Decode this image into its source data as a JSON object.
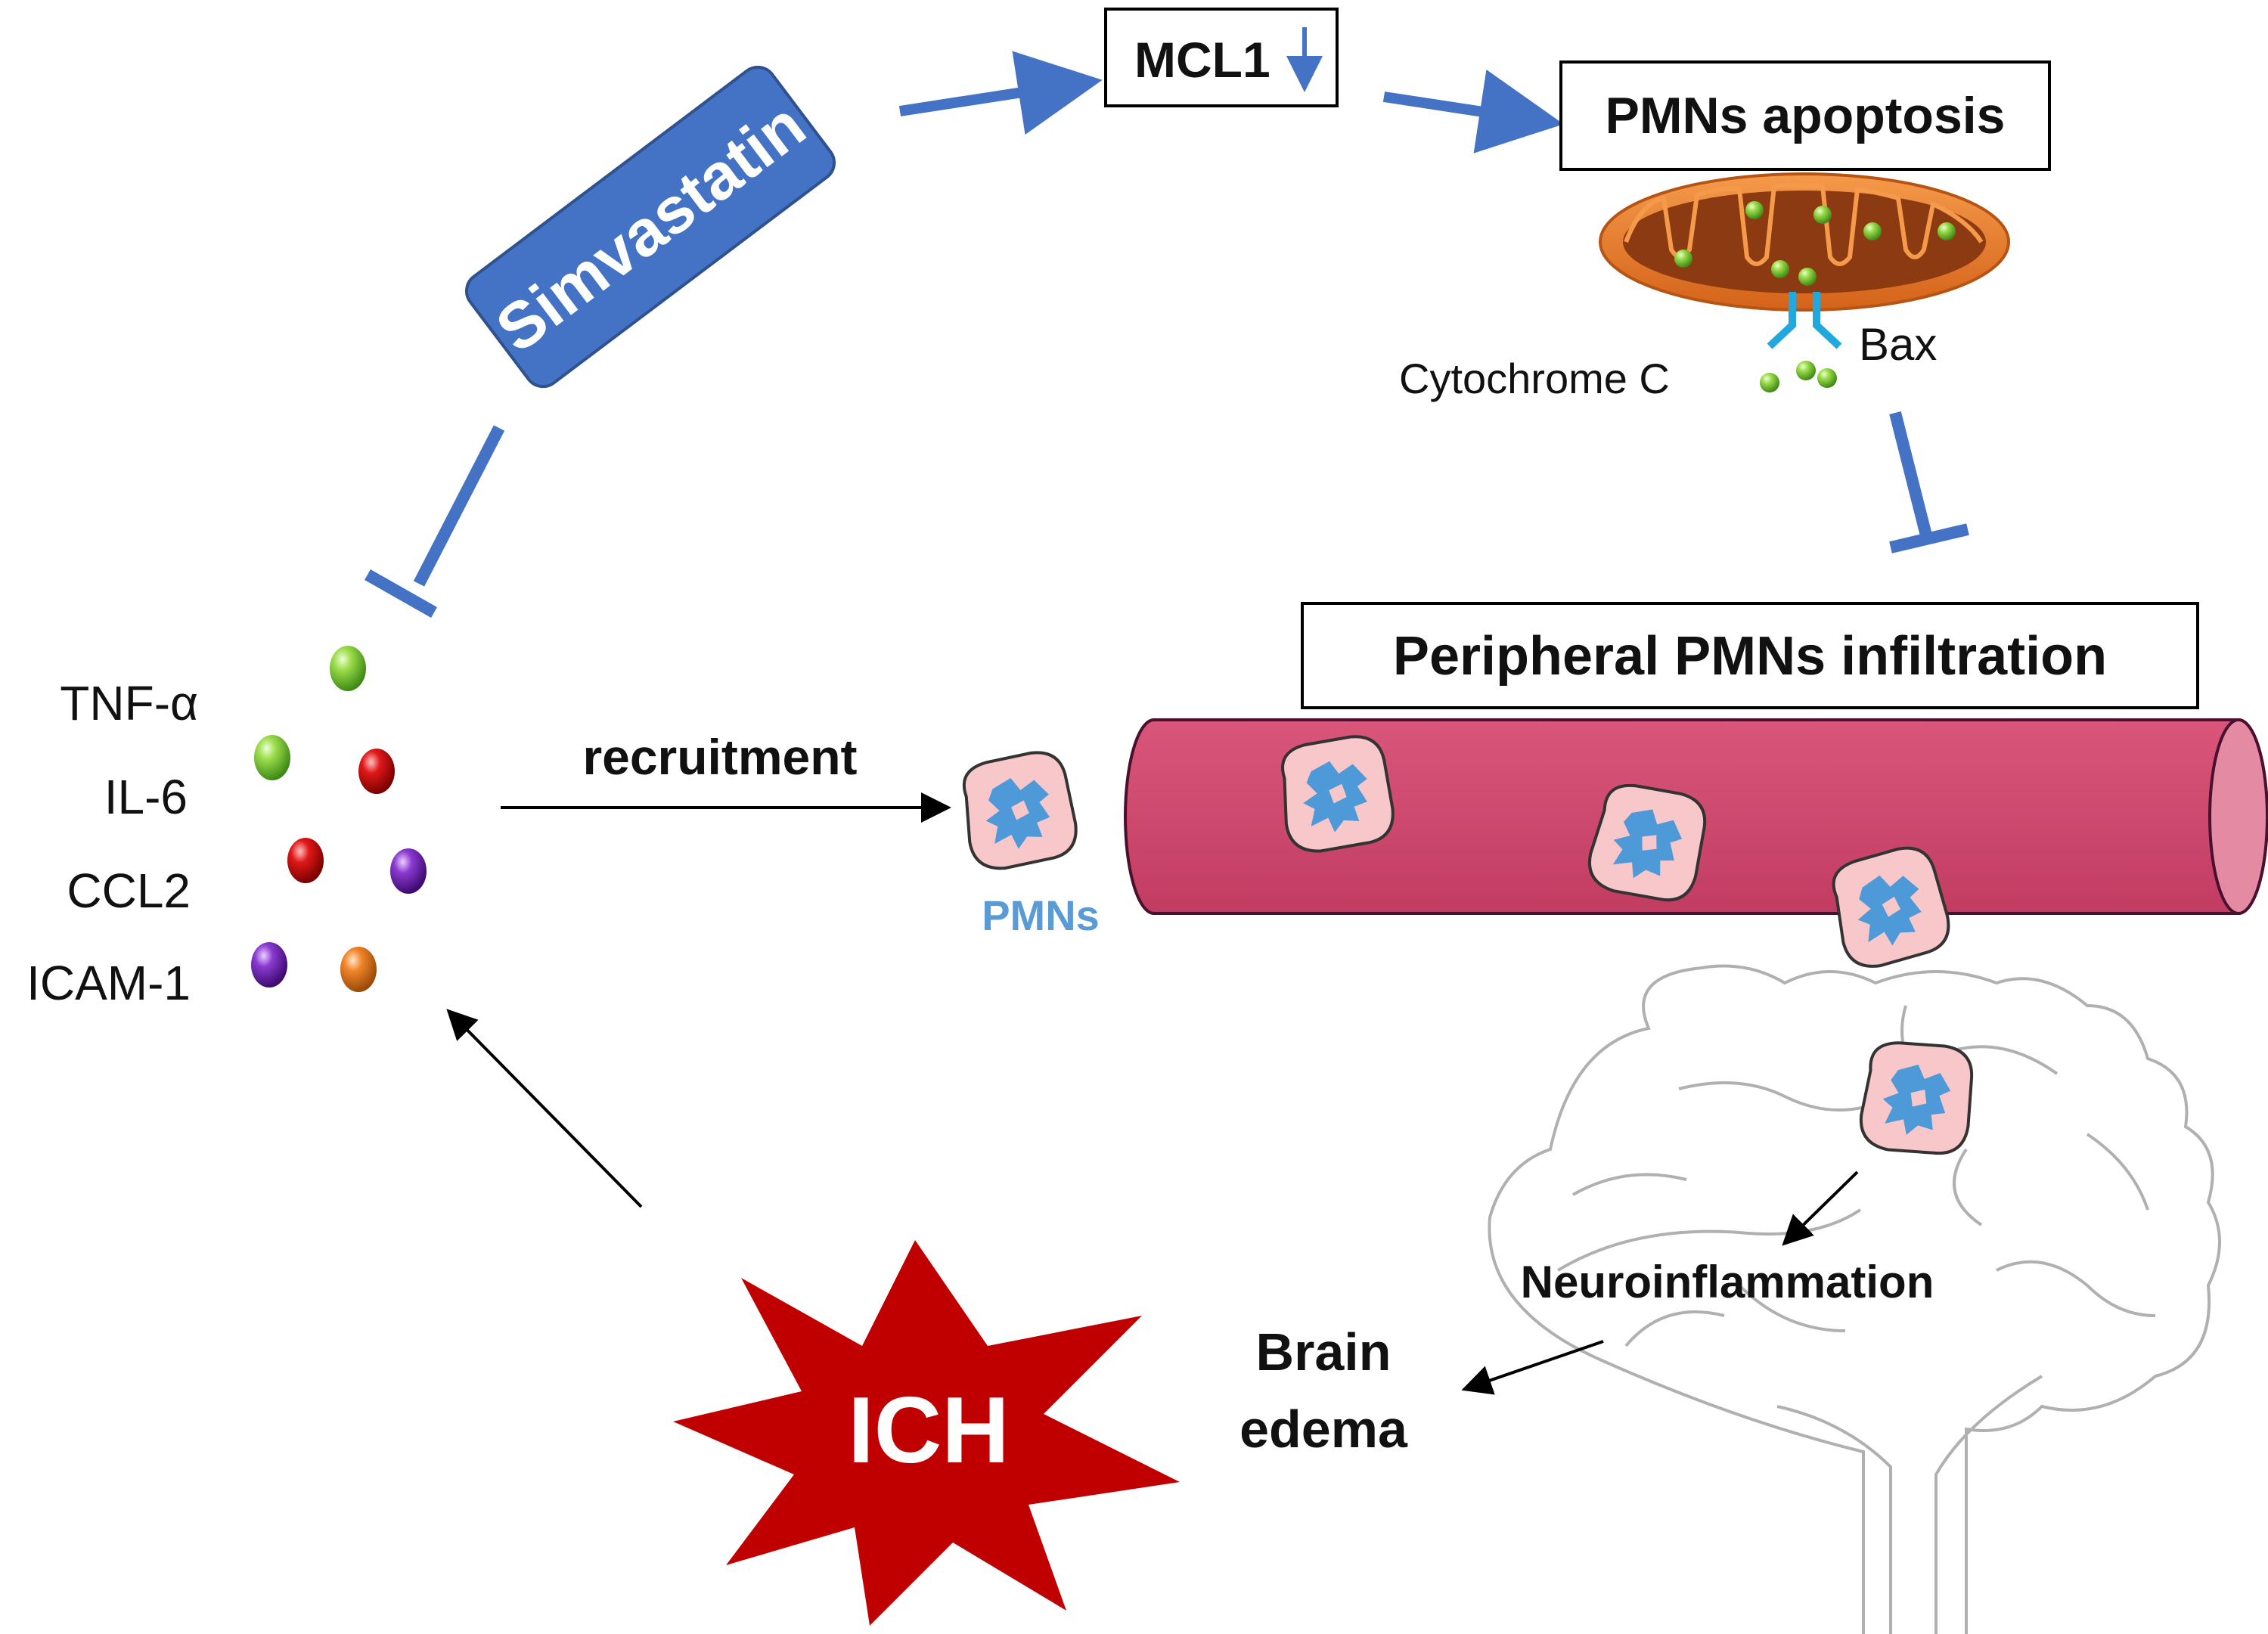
{
  "labels": {
    "simvastatin": "Simvastatin",
    "mcl1": "MCL1",
    "pmns_apoptosis": "PMNs apoptosis",
    "cytochrome_c": "Cytochrome C",
    "bax": "Bax",
    "peripheral_infiltration": "Peripheral PMNs infiltration",
    "recruitment": "recruitment",
    "pmns": "PMNs",
    "neuroinflammation": "Neuroinflammation",
    "brain_edema_line1": "Brain",
    "brain_edema_line2": "edema",
    "ich": "ICH"
  },
  "cytokines": [
    "TNF-α",
    "IL-6",
    "CCL2",
    "ICAM-1"
  ],
  "colors": {
    "blue_accent": "#4472c4",
    "vessel": "#d24a6e",
    "mitochondria_outer": "#e87a2a",
    "mitochondria_inner": "#8c3a12",
    "cell_fill": "#f7c7c9",
    "nucleus": "#4e9ad8",
    "ich_red": "#c00000",
    "pmns_label": "#5b9bd5",
    "cytochrome_green": "#7fcf3a",
    "bax_cyan": "#22a8dd"
  },
  "icons": {
    "beads": [
      "green-bead",
      "red-bead",
      "purple-bead",
      "orange-bead"
    ],
    "brain": "brain-outline",
    "mitochondrion": "mitochondrion",
    "vessel": "blood-vessel"
  }
}
